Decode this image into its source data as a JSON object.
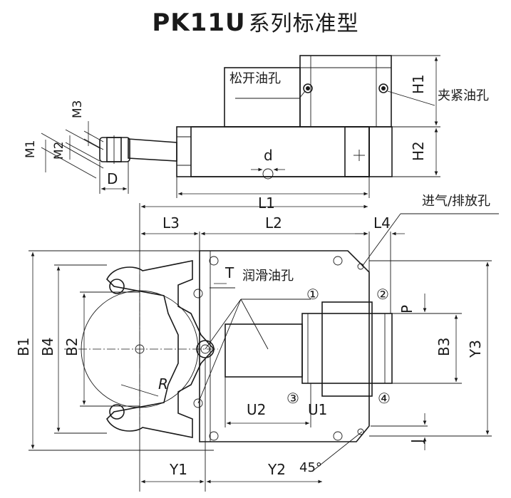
{
  "title": {
    "model": "PK11U",
    "series": "系列标准型"
  },
  "top_view": {
    "ports": {
      "release": "松开油孔",
      "clamp": "夹紧油孔"
    },
    "dims": {
      "H1": "H1",
      "H2": "H2",
      "M1": "M1",
      "M2": "M2",
      "M3": "M3",
      "D": "D",
      "d": "d",
      "L1": "L1"
    }
  },
  "front_view": {
    "notes": {
      "vent": "进气/排放孔",
      "lube": "润滑油孔",
      "angle": "45°"
    },
    "dims": {
      "L2": "L2",
      "L3": "L3",
      "L4": "L4",
      "T": "T",
      "P": "P",
      "B1": "B1",
      "B2": "B2",
      "B3": "B3",
      "B4": "B4",
      "Y1": "Y1",
      "Y2": "Y2",
      "Y3": "Y3",
      "U1": "U1",
      "U2": "U2",
      "J": "J",
      "R": "R"
    },
    "callouts": [
      "①",
      "②",
      "③",
      "④"
    ]
  }
}
